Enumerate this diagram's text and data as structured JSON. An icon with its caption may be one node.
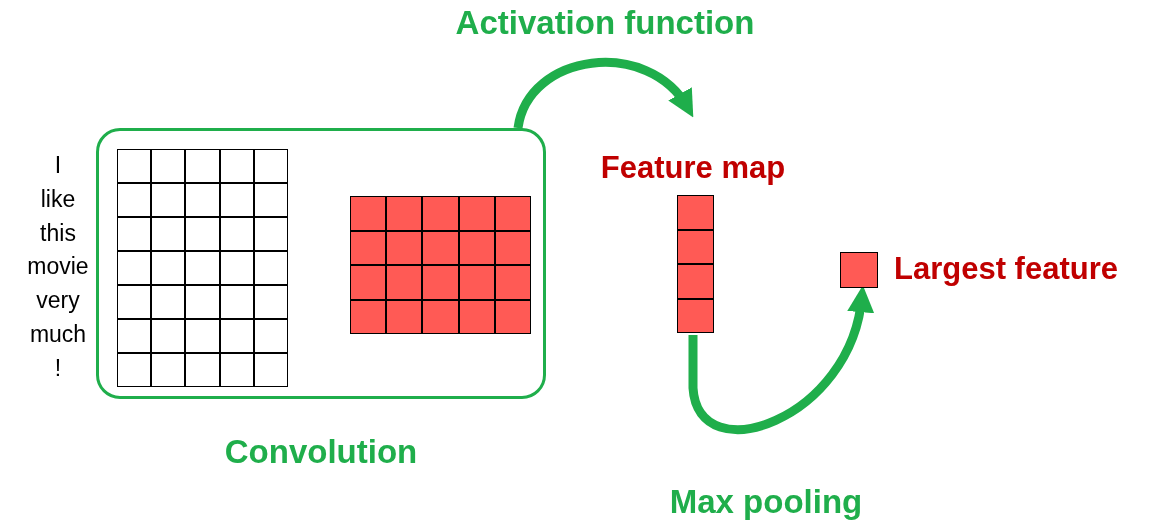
{
  "diagram": {
    "nodes": [
      {
        "text": [
          "Convolution"
        ]
      },
      {
        "text": [],
        "shape": "grid",
        "in": 0
      },
      {
        "text": [],
        "shape": "grid",
        "in": 0
      },
      {
        "text": [
          "Feature map"
        ]
      },
      {
        "text": [
          "Largest feature"
        ]
      }
    ],
    "edges": [
      {
        "from": 0,
        "to": 3,
        "arrow": "to",
        "label": "Activation function"
      },
      {
        "from": 3,
        "to": 4,
        "arrow": "to",
        "label": "Max pooling"
      }
    ],
    "labels": [
      "I",
      "like",
      "this",
      "movie",
      "very",
      "much",
      "!"
    ]
  }
}
